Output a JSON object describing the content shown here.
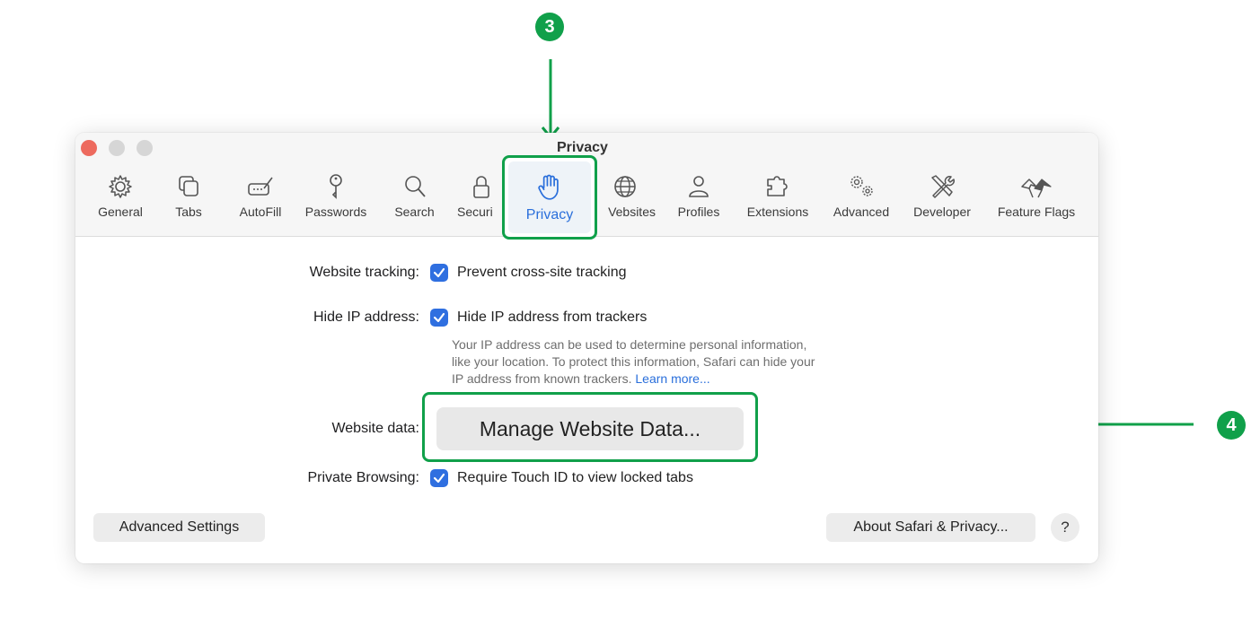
{
  "window": {
    "title": "Privacy"
  },
  "toolbar": {
    "tabs": [
      {
        "label": "General",
        "icon": "gear-icon"
      },
      {
        "label": "Tabs",
        "icon": "tabs-icon"
      },
      {
        "label": "AutoFill",
        "icon": "autofill-icon"
      },
      {
        "label": "Passwords",
        "icon": "key-icon"
      },
      {
        "label": "Search",
        "icon": "search-icon"
      },
      {
        "label": "Securi",
        "icon": "lock-icon"
      },
      {
        "label": "Privacy",
        "icon": "hand-icon",
        "selected": true
      },
      {
        "label": "Vebsites",
        "icon": "globe-icon"
      },
      {
        "label": "Profiles",
        "icon": "person-icon"
      },
      {
        "label": "Extensions",
        "icon": "puzzle-icon"
      },
      {
        "label": "Advanced",
        "icon": "gears-icon"
      },
      {
        "label": "Developer",
        "icon": "tools-icon"
      },
      {
        "label": "Feature Flags",
        "icon": "flags-icon"
      }
    ]
  },
  "settings": {
    "website_tracking": {
      "label": "Website tracking:",
      "option": "Prevent cross-site tracking",
      "checked": true
    },
    "hide_ip": {
      "label": "Hide IP address:",
      "option": "Hide IP address from trackers",
      "checked": true
    },
    "hide_ip_desc": {
      "line1": "Your IP address can be used to determine personal information,",
      "line2": "like your location. To protect this information, Safari can hide your",
      "line3": "IP address from known trackers. ",
      "link": "Learn more..."
    },
    "website_data": {
      "label": "Website data:",
      "button": "Manage Website Data..."
    },
    "private_browsing": {
      "label": "Private Browsing:",
      "option": "Require Touch ID to view locked tabs",
      "checked": true
    }
  },
  "footer": {
    "advanced_button": "Advanced Settings",
    "about_button": "About Safari & Privacy...",
    "help_button": "?"
  },
  "annotations": {
    "step3": "3",
    "step4": "4",
    "color": "#10a04a"
  },
  "colors": {
    "accent": "#2f6fe0",
    "highlight": "#10a04a",
    "close": "#ed6a5e"
  }
}
